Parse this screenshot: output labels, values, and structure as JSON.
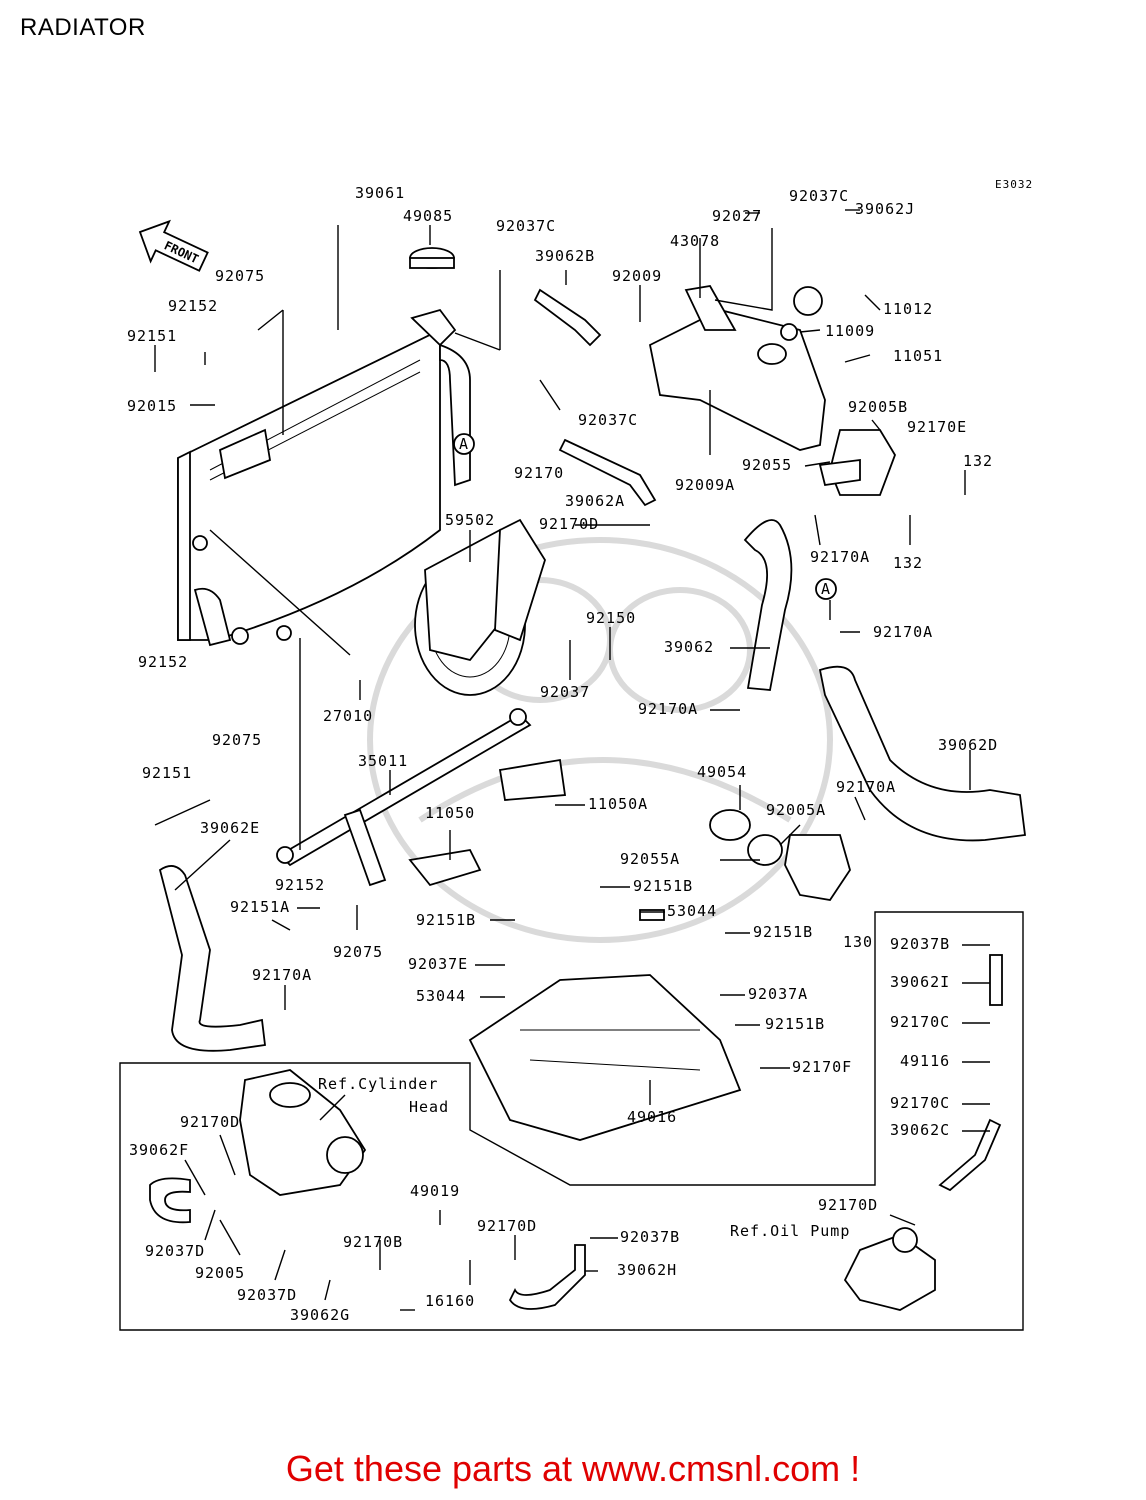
{
  "page": {
    "title": "RADIATOR",
    "diagram_code": "E3032"
  },
  "front_arrow": {
    "label": "FRONT"
  },
  "callouts": {
    "a_marker": "A"
  },
  "parts": [
    "39061",
    "49085",
    "92075",
    "92152",
    "92151",
    "92015",
    "92037C",
    "39062B",
    "92027",
    "43078",
    "92009",
    "92037C",
    "39062J",
    "11012",
    "11009",
    "11051",
    "92037C",
    "92170",
    "39062A",
    "92009A",
    "92005B",
    "92170E",
    "92055",
    "132",
    "132",
    "92170A",
    "59502",
    "92170D",
    "92150",
    "92037",
    "27010",
    "39062",
    "92170A",
    "92152",
    "92075",
    "92151",
    "92170A",
    "35011",
    "11050",
    "11050A",
    "49054",
    "92005A",
    "92170A",
    "39062D",
    "39062E",
    "92055A",
    "92151B",
    "92152",
    "92151A",
    "92075",
    "53044",
    "92151B",
    "92151B",
    "92037E",
    "130",
    "92037A",
    "53044",
    "92170A",
    "92151B",
    "92170F",
    "49016",
    "92037B",
    "39062I",
    "92170C",
    "49116",
    "92170C",
    "39062C",
    "92170D",
    "39062F",
    "92037D",
    "92005",
    "92037D",
    "39062G",
    "49019",
    "92170B",
    "92170D",
    "16160",
    "92037B",
    "39062H",
    "92170D"
  ],
  "references": {
    "cylinder_head": "Ref.Cylinder Head",
    "cylinder_head_line1": "Ref.Cylinder",
    "cylinder_head_line2": "Head",
    "oil_pump": "Ref.Oil Pump"
  },
  "footer": {
    "text": "Get these parts at www.cmsnl.com !"
  }
}
